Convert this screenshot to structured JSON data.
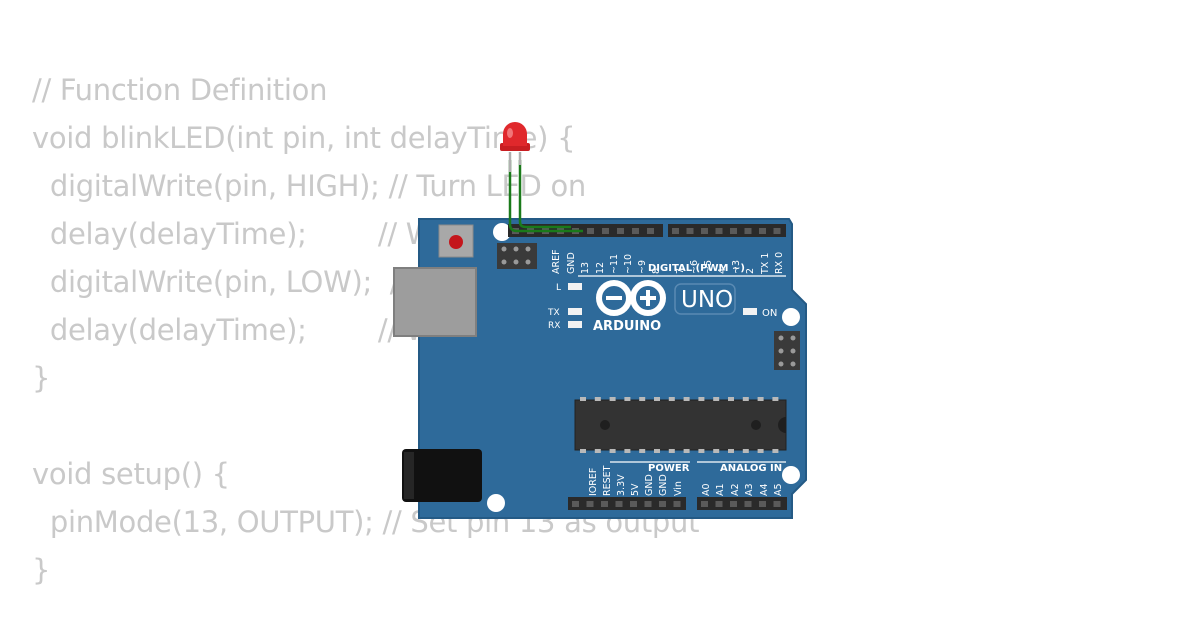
{
  "code": {
    "lines": [
      "// Function Definition",
      "void blinkLED(int pin, int delayTime) {",
      "  digitalWrite(pin, HIGH); // Turn LED on",
      "  delay(delayTime);        // Wait",
      "  digitalWrite(pin, LOW);  // Turn LED off",
      "  delay(delayTime);        // Wait",
      "}",
      "",
      "void setup() {",
      "  pinMode(13, OUTPUT); // Set pin 13 as output",
      "}"
    ]
  },
  "board": {
    "brand": "ARDUINO",
    "model": "UNO",
    "digital_header": "DIGITAL (PWM ~)",
    "power_header": "POWER",
    "analog_header": "ANALOG IN",
    "on_label": "ON",
    "l_label": "L",
    "tx_label": "TX",
    "rx_label": "RX",
    "digital_pins": [
      "AREF",
      "GND",
      "13",
      "12",
      "~11",
      "~10",
      "~9",
      "8",
      "7",
      "~6",
      "~5",
      "4",
      "~3",
      "2",
      "TX 1",
      "RX 0"
    ],
    "power_pins": [
      "IOREF",
      "RESET",
      "3.3V",
      "5V",
      "GND",
      "GND",
      "Vin"
    ],
    "analog_pins": [
      "A0",
      "A1",
      "A2",
      "A3",
      "A4",
      "A5"
    ]
  },
  "colors": {
    "board": "#2e6a9a",
    "board_edge": "#245a85",
    "code_text": "#c9c9c9",
    "led": "#e0282c",
    "wire": "#1a7a1a"
  }
}
